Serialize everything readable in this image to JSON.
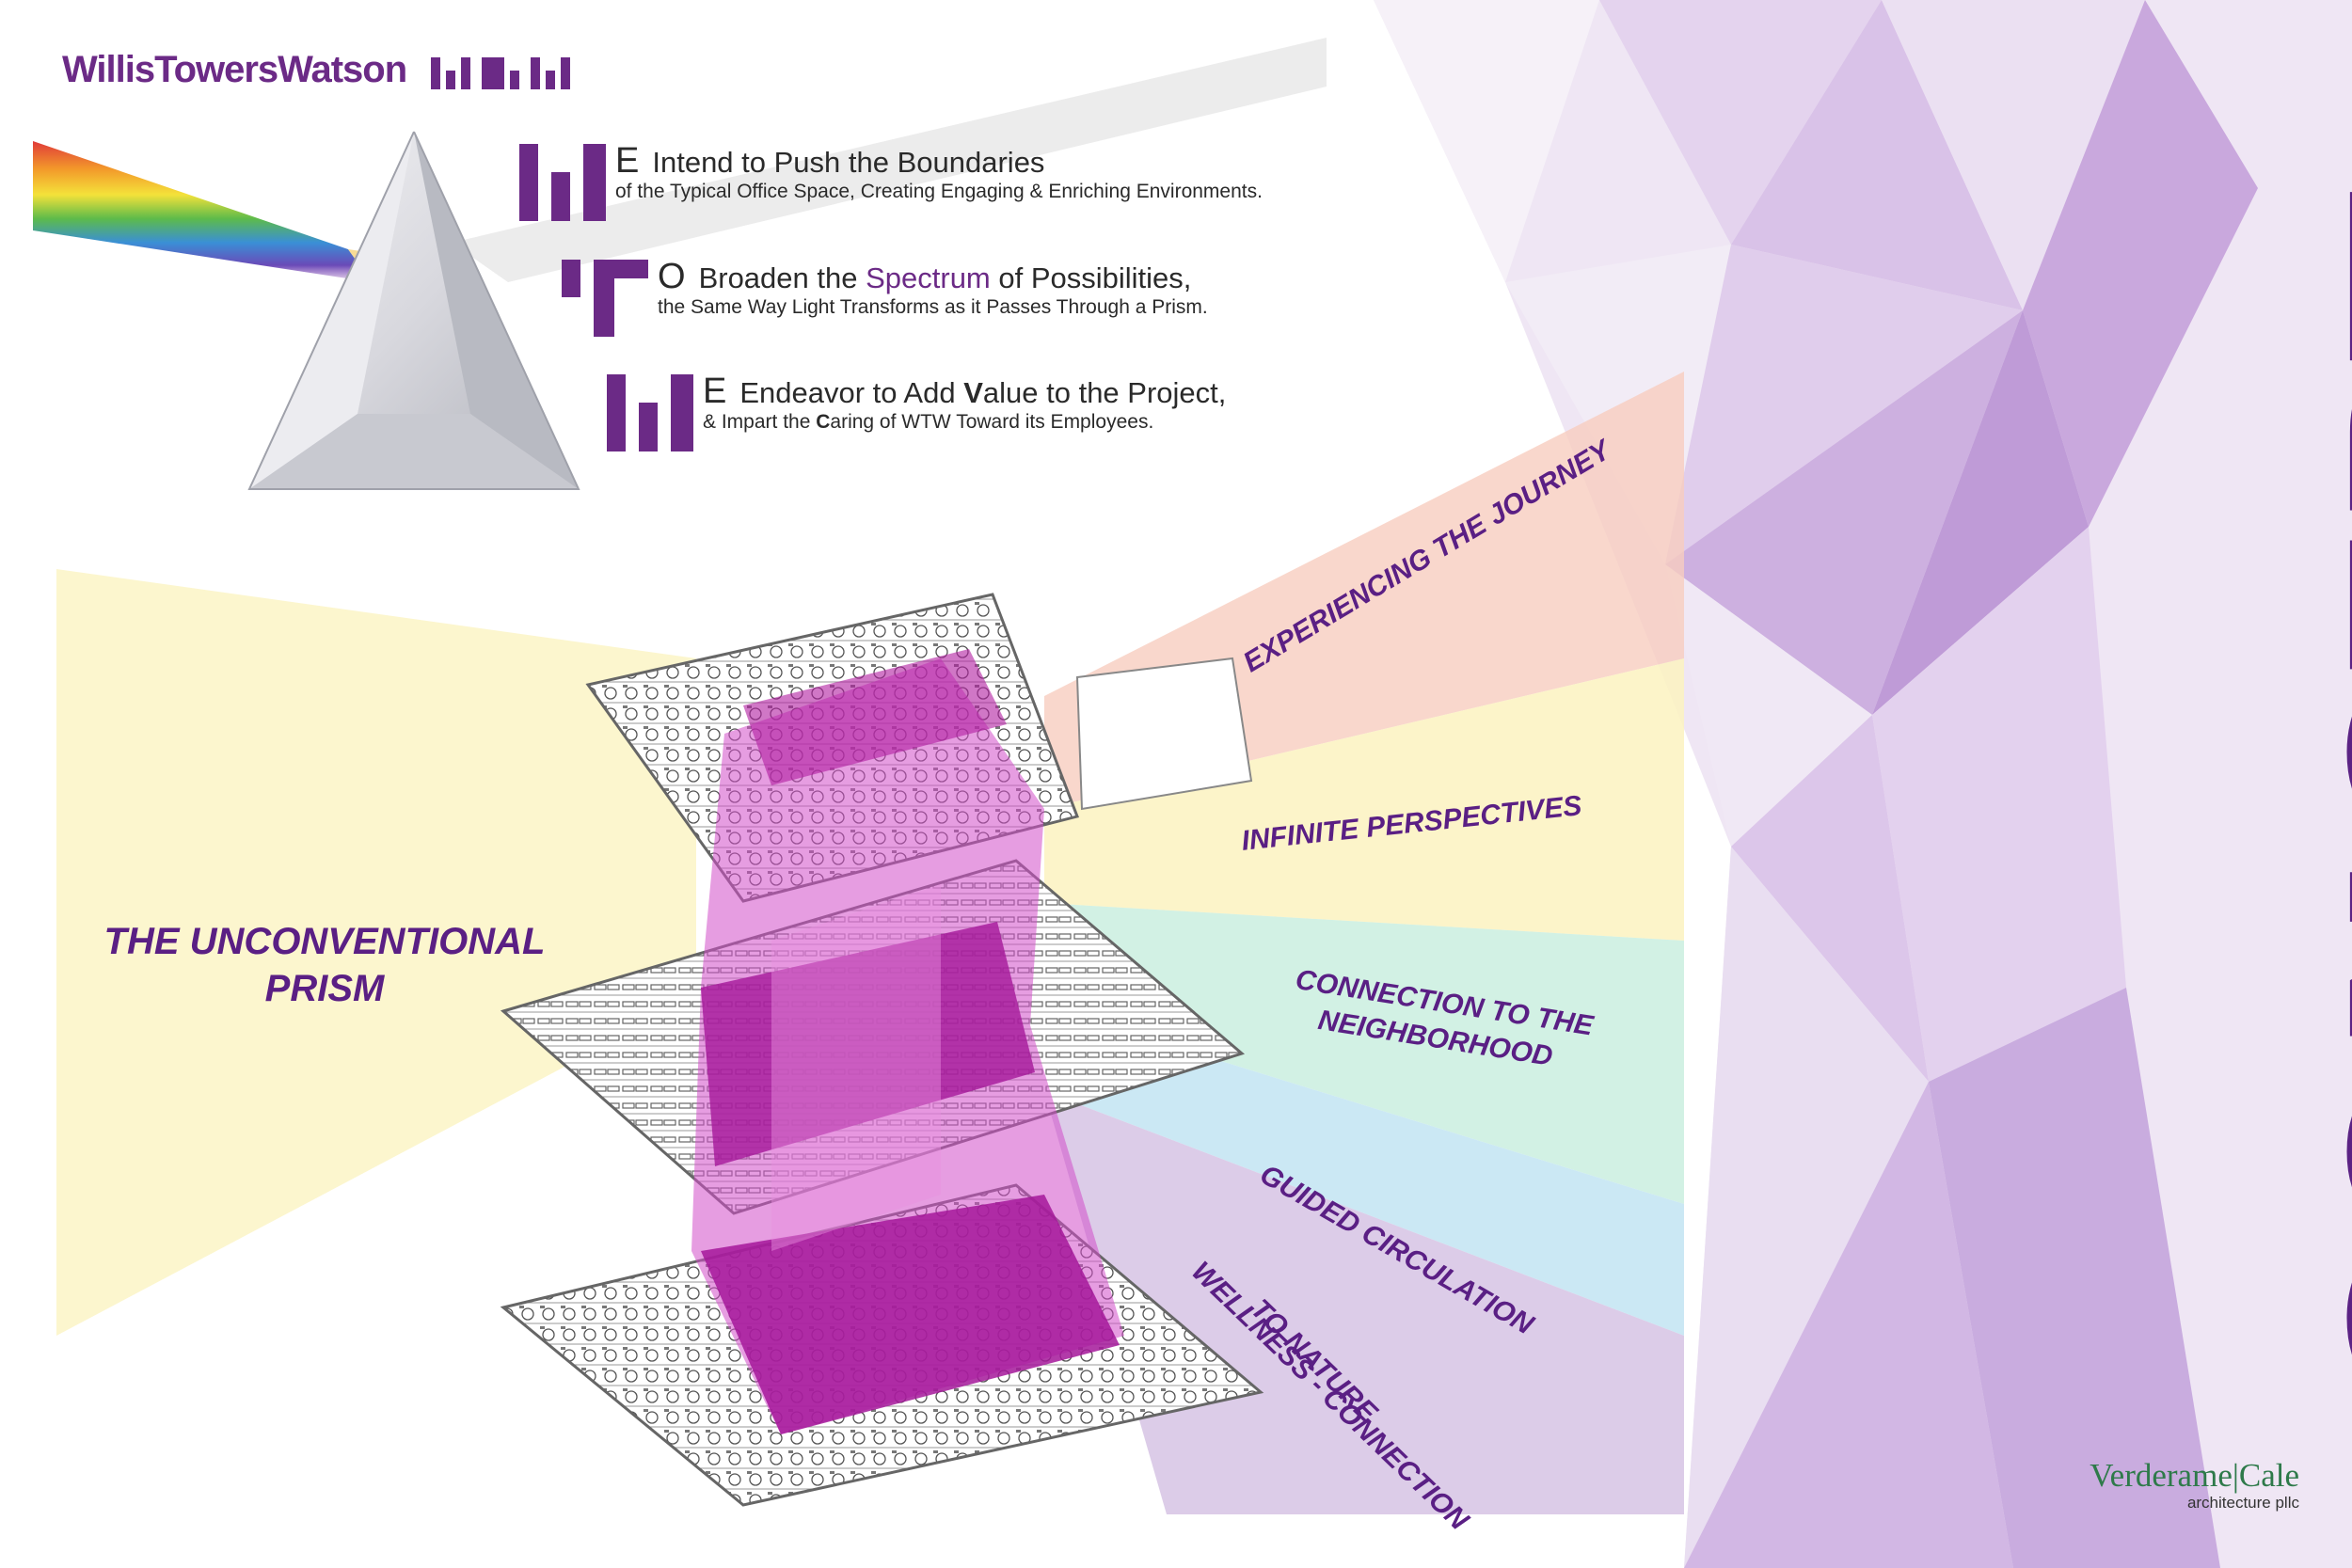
{
  "brand": {
    "name": "WillisTowersWatson",
    "mark": "WTW",
    "color": "#6b2a86"
  },
  "statements": [
    {
      "letter": "E",
      "main": "Intend to Push the Boundaries",
      "sub": "of the Typical Office Space, Creating Engaging & Enriching Environments."
    },
    {
      "letter": "O",
      "main_before": "Broaden the ",
      "main_highlight": "Spectrum",
      "main_after": " of Possibilities,",
      "sub": "the Same Way Light Transforms as it Passes Through a Prism."
    },
    {
      "letter": "E",
      "main_before": "Endeavor to Add ",
      "main_bold": "V",
      "main_after": "alue to the Project,",
      "sub_before": "& Impart the ",
      "sub_bold": "C",
      "sub_after": "aring of WTW Toward its Employees."
    }
  ],
  "prism_title": "THE UNCONVENTIONAL PRISM",
  "ray_labels": [
    "EXPERIENCING THE JOURNEY",
    "INFINITE PERSPECTIVES",
    "CONNECTION TO THE",
    "NEIGHBORHOOD",
    "GUIDED CIRCULATION",
    "WELLNESS - CONNECTION",
    "TO NATURE"
  ],
  "concept_word": "CONCEPT",
  "firm": {
    "name": "Verderame|Cale",
    "sub": "architecture pllc"
  },
  "colors": {
    "purple": "#6b2a86",
    "label_purple": "#5a1f84",
    "magenta": "#c21eb0",
    "firm_green": "#2e7a4a"
  }
}
